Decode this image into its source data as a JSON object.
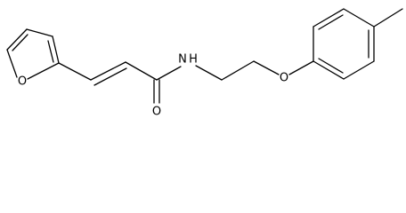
{
  "molecule": {
    "atoms": {
      "furan_oxygen": "O",
      "amide_nitrogen": "N",
      "amide_hydrogen": "H",
      "carbonyl_oxygen": "O",
      "ether_oxygen": "O"
    },
    "colors": {
      "bond": "#000000",
      "label": "#000000",
      "background": "#ffffff"
    }
  }
}
